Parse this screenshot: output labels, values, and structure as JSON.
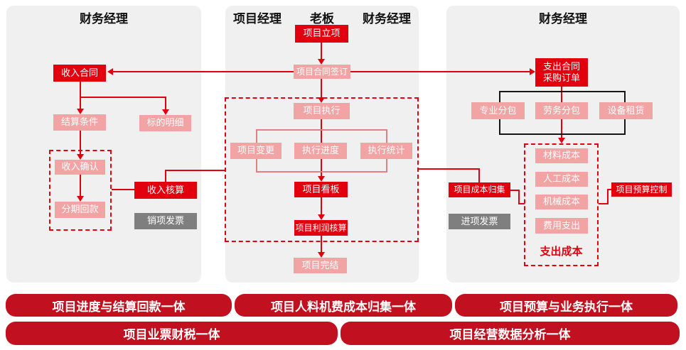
{
  "colors": {
    "node_red": "#e2000f",
    "node_pink": "#f2a4a4",
    "node_gray": "#7f7f7f",
    "banner_red": "#c1101f",
    "panel_bg": "#f0f0f0",
    "black_bracket": "#161616"
  },
  "panels": {
    "left": {
      "title": "财务经理"
    },
    "middle": {
      "titles": [
        "项目经理",
        "老板",
        "财务经理"
      ]
    },
    "right": {
      "title": "财务经理"
    }
  },
  "left": {
    "income_contract": "收入合同",
    "settlement_terms": "结算条件",
    "subject_detail": "标的明细",
    "income_confirm": "收入确认",
    "installment_collection": "分期回款",
    "income_accounting": "收入核算",
    "output_invoice": "销项发票"
  },
  "middle": {
    "project_initiation": "项目立项",
    "contract_signing": "项目合同签订",
    "project_execution": "项目执行",
    "project_change": "项目变更",
    "execution_progress": "执行进度",
    "execution_statistics": "执行统计",
    "project_kanban": "项目看板",
    "profit_accounting": "项目利润核算",
    "project_completion": "项目完结"
  },
  "right": {
    "expense_contract_line1": "支出合同",
    "expense_contract_line2": "采购订单",
    "professional_subcontract": "专业分包",
    "labor_subcontract": "劳务分包",
    "equipment_rental": "设备租赁",
    "material_cost": "材料成本",
    "labor_cost": "人工成本",
    "machinery_cost": "机械成本",
    "expense_outlay": "费用支出",
    "expense_cost_label": "支出成本",
    "cost_collection": "项目成本归集",
    "input_invoice": "进项发票",
    "budget_control": "项目预算控制"
  },
  "banners": {
    "row1": [
      "项目进度与结算回款一体",
      "项目人料机费成本归集一体",
      "项目预算与业务执行一体"
    ],
    "row2": [
      "项目业票财税一体",
      "项目经营数据分析一体"
    ]
  }
}
